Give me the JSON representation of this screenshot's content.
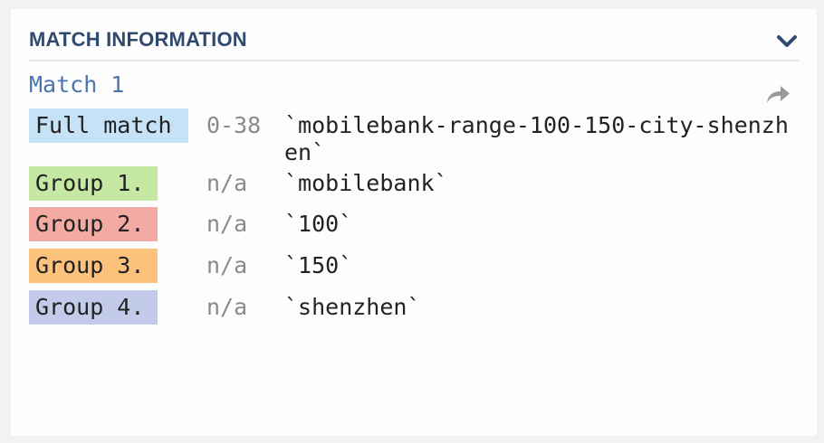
{
  "panel": {
    "title": "MATCH INFORMATION",
    "collapse_icon": "chevron-down-icon",
    "share_icon": "share-arrow-icon"
  },
  "match": {
    "title": "Match 1",
    "rows": [
      {
        "label": "Full match",
        "range": "0-38",
        "value": "`mobilebank-range-100-150-city-shenzhen`"
      },
      {
        "label": "Group 1.",
        "range": "n/a",
        "value": "`mobilebank`"
      },
      {
        "label": "Group 2.",
        "range": "n/a",
        "value": "`100`"
      },
      {
        "label": "Group 3.",
        "range": "n/a",
        "value": "`150`"
      },
      {
        "label": "Group 4.",
        "range": "n/a",
        "value": "`shenzhen`"
      }
    ]
  },
  "colors": {
    "full_match": "#c5e2f7",
    "group_1": "#c5e8a3",
    "group_2": "#f3aaa3",
    "group_3": "#fcc17a",
    "group_4": "#c3cbeb",
    "title": "#2f4a6e",
    "match_title": "#4a75b0"
  }
}
